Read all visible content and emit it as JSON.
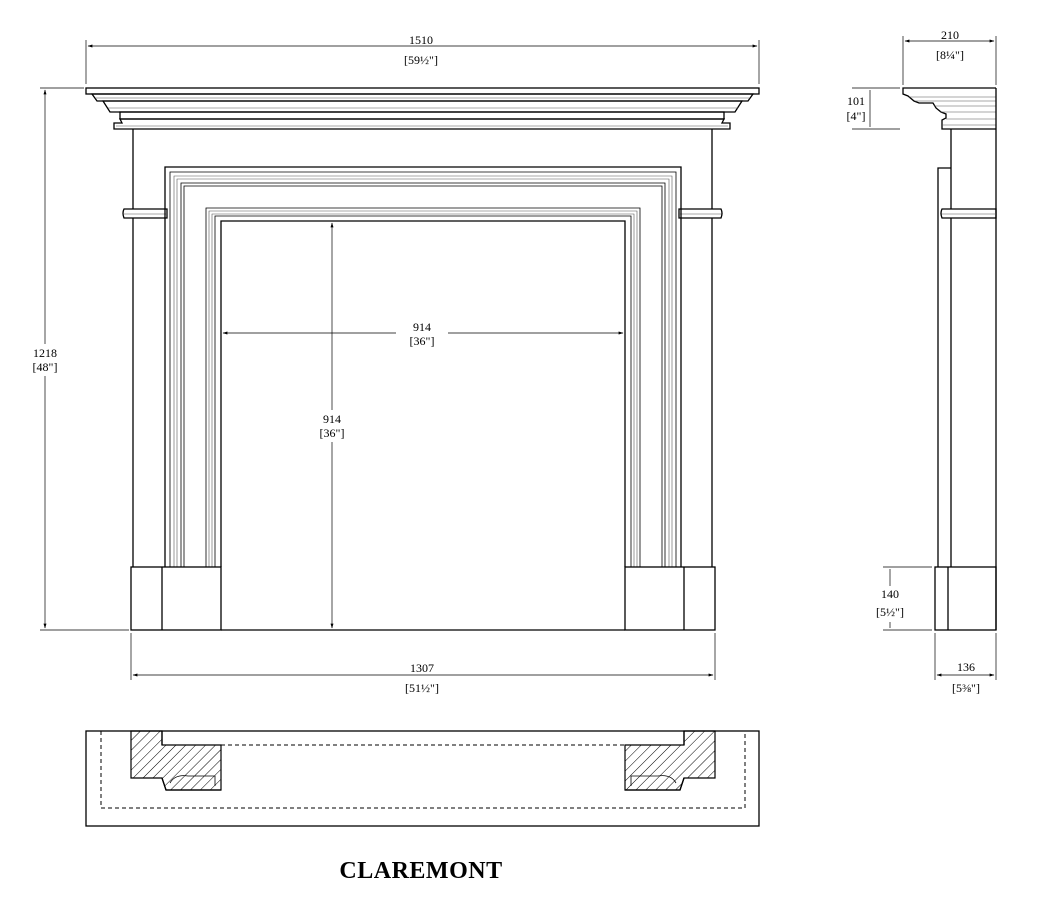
{
  "title": "CLAREMONT",
  "dimensions": {
    "overall_width": {
      "mm": "1510",
      "in": "[59½\"]"
    },
    "overall_height": {
      "mm": "1218",
      "in": "[48\"]"
    },
    "opening_width": {
      "mm": "914",
      "in": "[36\"]"
    },
    "opening_height": {
      "mm": "914",
      "in": "[36\"]"
    },
    "base_width": {
      "mm": "1307",
      "in": "[51½\"]"
    },
    "shelf_depth": {
      "mm": "210",
      "in": "[8¼\"]"
    },
    "shelf_height": {
      "mm": "101",
      "in": "[4\"]"
    },
    "plinth_height": {
      "mm": "140",
      "in": "[5½\"]"
    },
    "leg_depth": {
      "mm": "136",
      "in": "[5⅜\"]"
    }
  }
}
